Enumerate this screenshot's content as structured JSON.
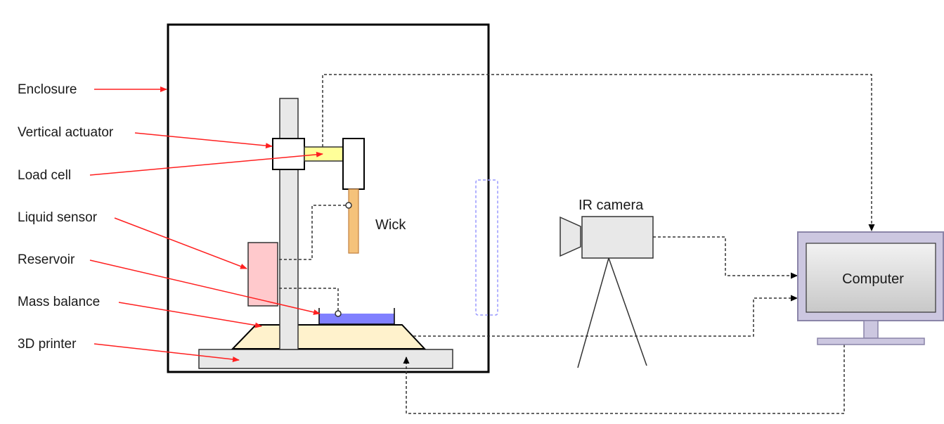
{
  "labels": {
    "enclosure": "Enclosure",
    "vertical_actuator": "Vertical actuator",
    "load_cell": "Load cell",
    "liquid_sensor": "Liquid sensor",
    "reservoir": "Reservoir",
    "mass_balance": "Mass balance",
    "printer_3d": "3D printer",
    "wick": "Wick",
    "ir_camera": "IR camera",
    "computer": "Computer"
  },
  "colors": {
    "arrow_red": "#ff2020",
    "enclosure_stroke": "#000000",
    "column_fill": "#e8e8e8",
    "load_cell_fill": "#ffff99",
    "wick_fill": "#f5c27a",
    "liquid_sensor_fill": "#ffc9cc",
    "reservoir_liquid": "#8080ff",
    "mass_balance_fill": "#fff2cc",
    "window_dash": "#9999ff",
    "camera_fill": "#e8e8e8",
    "monitor_frame": "#ccc7e0",
    "screen_fill": "#d8d8d8"
  }
}
